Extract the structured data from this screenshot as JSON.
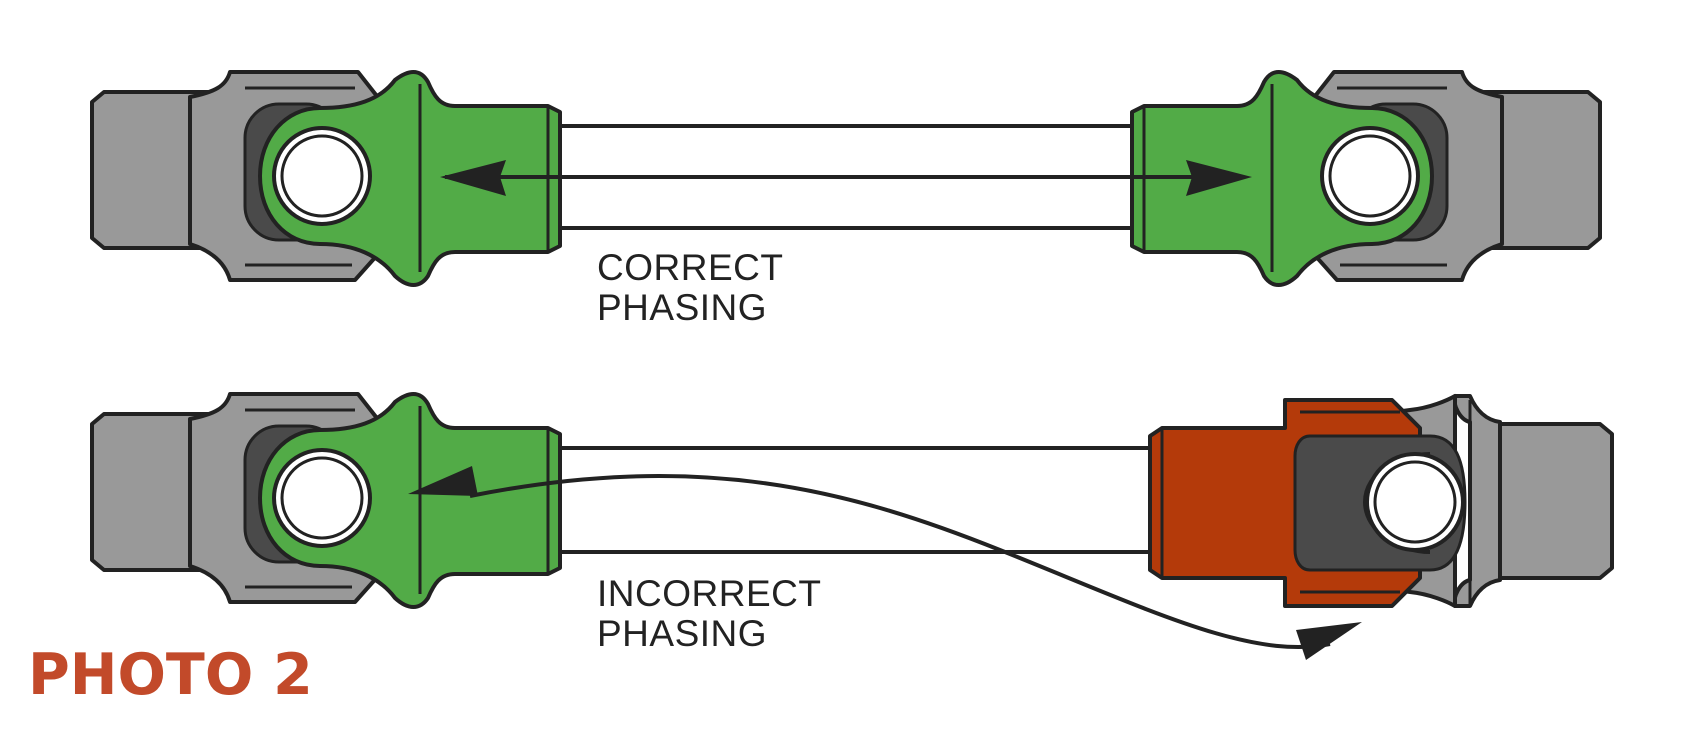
{
  "correct_label": {
    "line1": "CORRECT",
    "line2": "PHASING"
  },
  "incorrect_label": {
    "line1": "INCORRECT",
    "line2": "PHASING"
  },
  "photo_label": "PHOTO 2",
  "colors": {
    "yoke_green": "#52ab47",
    "yoke_gray": "#999999",
    "yoke_orange": "#b43a0a",
    "cap_dark": "#4a4a4a",
    "outline": "#222222",
    "photo_label": "#c24a2a"
  }
}
